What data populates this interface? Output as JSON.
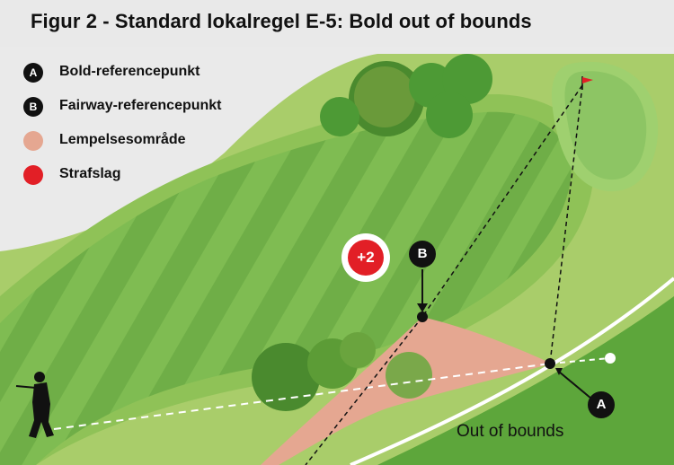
{
  "title": "Figur 2 - Standard lokalregel E-5: Bold out of bounds",
  "legend": {
    "items": [
      {
        "key": "ball_ref",
        "badge": "A",
        "label": "Bold-referencepunkt"
      },
      {
        "key": "fairway_ref",
        "badge": "B",
        "label": "Fairway-referencepunkt"
      },
      {
        "key": "relief_area",
        "badge": "",
        "label": "Lempelsesområde"
      },
      {
        "key": "penalty",
        "badge": "",
        "label": "Strafslag"
      }
    ]
  },
  "markers": {
    "a": "A",
    "b": "B",
    "penalty": "+2"
  },
  "labels": {
    "out_of_bounds": "Out of bounds"
  },
  "colors": {
    "title_bar": "#e9e9e9",
    "light_rough": "#a9cd6a",
    "fairway_dark": "#6fae47",
    "fairway_stripe": "#7fbc52",
    "green": "#8dc564",
    "relief_area": "#e5a791",
    "penalty_red": "#e21f26",
    "marker_black": "#111111",
    "tree": "#4a8a2e",
    "oob_line": "#ffffff"
  },
  "icons": {
    "golfer": "golfer-silhouette-icon",
    "flag": "flag-icon",
    "ball": "golf-ball-icon"
  }
}
